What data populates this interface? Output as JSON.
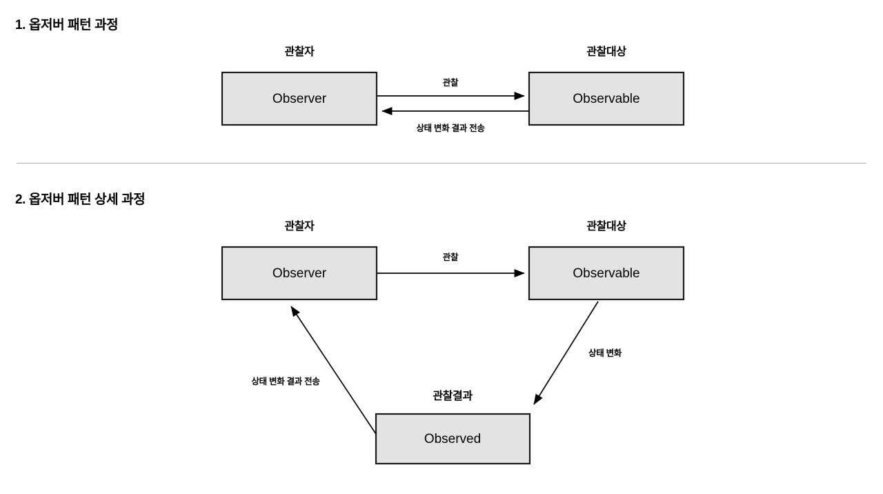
{
  "page": {
    "background": "#ffffff",
    "box_fill": "#e3e3e3",
    "box_border": "#1a1a1a",
    "divider_color": "#adadad"
  },
  "sections": [
    {
      "heading": "1. 옵저버 패턴 과정",
      "nodes": [
        {
          "title": "관찰자",
          "label": "Observer"
        },
        {
          "title": "관찰대상",
          "label": "Observable"
        }
      ],
      "edges": [
        {
          "label": "관찰",
          "direction": "right"
        },
        {
          "label": "상태 변화 결과 전송",
          "direction": "left"
        }
      ]
    },
    {
      "heading": "2. 옵저버 패턴 상세 과정",
      "nodes": [
        {
          "title": "관찰자",
          "label": "Observer"
        },
        {
          "title": "관찰대상",
          "label": "Observable"
        },
        {
          "title": "관찰결과",
          "label": "Observed"
        }
      ],
      "edges": [
        {
          "label": "관찰",
          "direction": "right"
        },
        {
          "label": "상태 변화",
          "direction": "diagonal-down-left"
        },
        {
          "label": "상태 변화 결과 전송",
          "direction": "diagonal-up-left"
        }
      ]
    }
  ]
}
